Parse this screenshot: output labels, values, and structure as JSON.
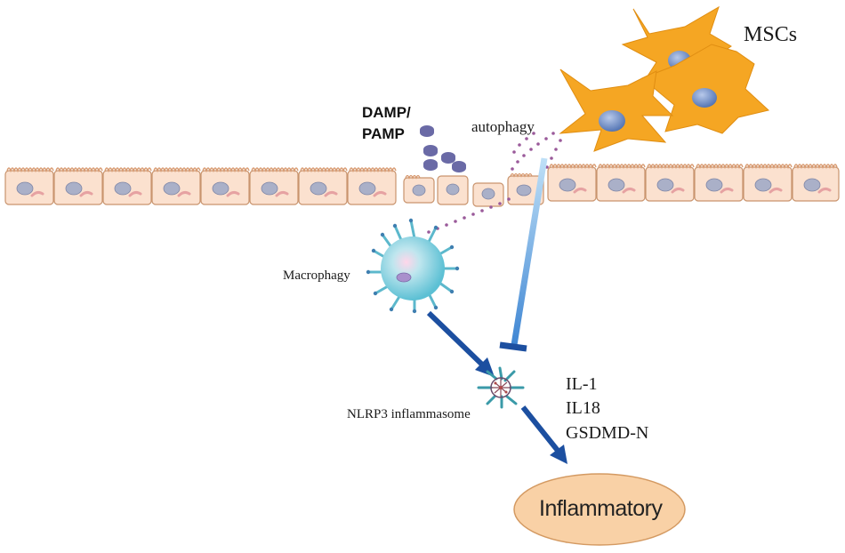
{
  "labels": {
    "mscs": "MSCs",
    "damp": "DAMP/",
    "pamp": "PAMP",
    "autophagy": "autophagy",
    "macrophagy": "Macrophagy",
    "nlrp3": "NLRP3 inflammasome",
    "il1": "IL-1",
    "il18": "IL18",
    "gsdmd": "GSDMD-N",
    "inflammatory": "Inflammatory"
  },
  "colors": {
    "epithelium_fill": "#fbe1cf",
    "epithelium_stroke": "#c9946e",
    "cilia": "#d89a70",
    "nucleus": "#aab0c8",
    "msc_fill": "#f5a623",
    "msc_nucleus": "#6f8fc6",
    "macrophage": "#7fd0dd",
    "damp_particle": "#6a6aa6",
    "dots": "#9a5a9a",
    "arrow_dark": "#1c4fa0",
    "arrow_light": "#7fb6e6",
    "ellipse_fill": "#f9d1a6",
    "ellipse_stroke": "#d49a62"
  }
}
